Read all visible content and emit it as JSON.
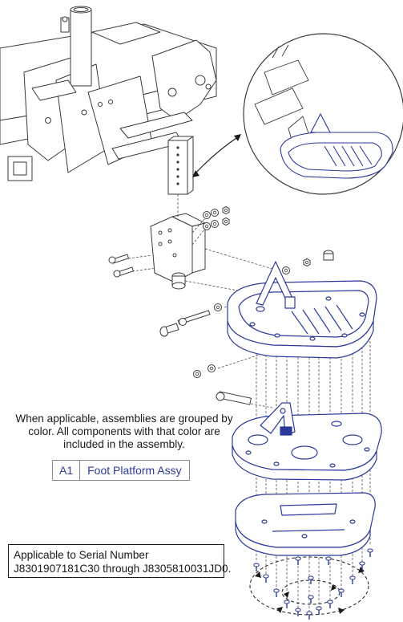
{
  "note": {
    "text": "When applicable, assemblies are grouped by color. All components with that color are included in the assembly."
  },
  "legend": {
    "items": [
      {
        "code": "A1",
        "label": "Foot Platform Assy"
      }
    ]
  },
  "serial": {
    "line1": "Applicable to Serial Number",
    "line2": "J8301907181C30 through J8305810031JD0."
  },
  "colors": {
    "assembly": "#2b3a9a",
    "line": "#3a3a3a",
    "text": "#1a1a1a"
  }
}
